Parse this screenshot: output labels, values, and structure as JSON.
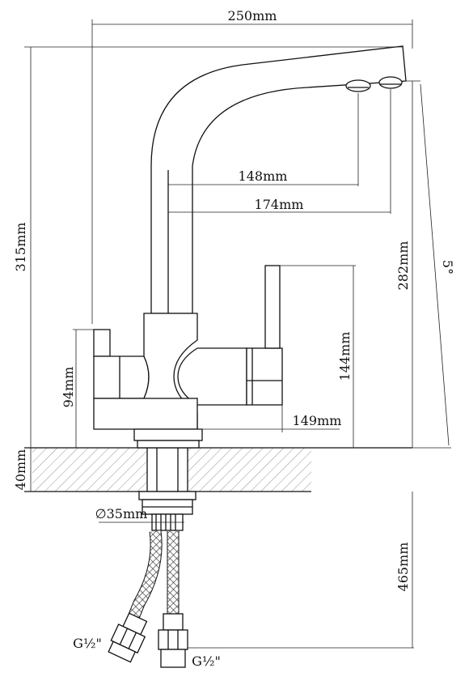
{
  "dimensions": {
    "total_width": "250mm",
    "total_height": "315mm",
    "spout_reach_1": "148mm",
    "spout_reach_2": "174mm",
    "spout_height": "282mm",
    "lever_height": "144mm",
    "body_height": "94mm",
    "body_width": "149mm",
    "countertop": "40mm",
    "mount_diameter": "∅35mm",
    "hose_length": "465mm",
    "tilt_angle": "5°"
  },
  "connections": {
    "left_fitting": "G½\"",
    "right_fitting": "G½\""
  }
}
